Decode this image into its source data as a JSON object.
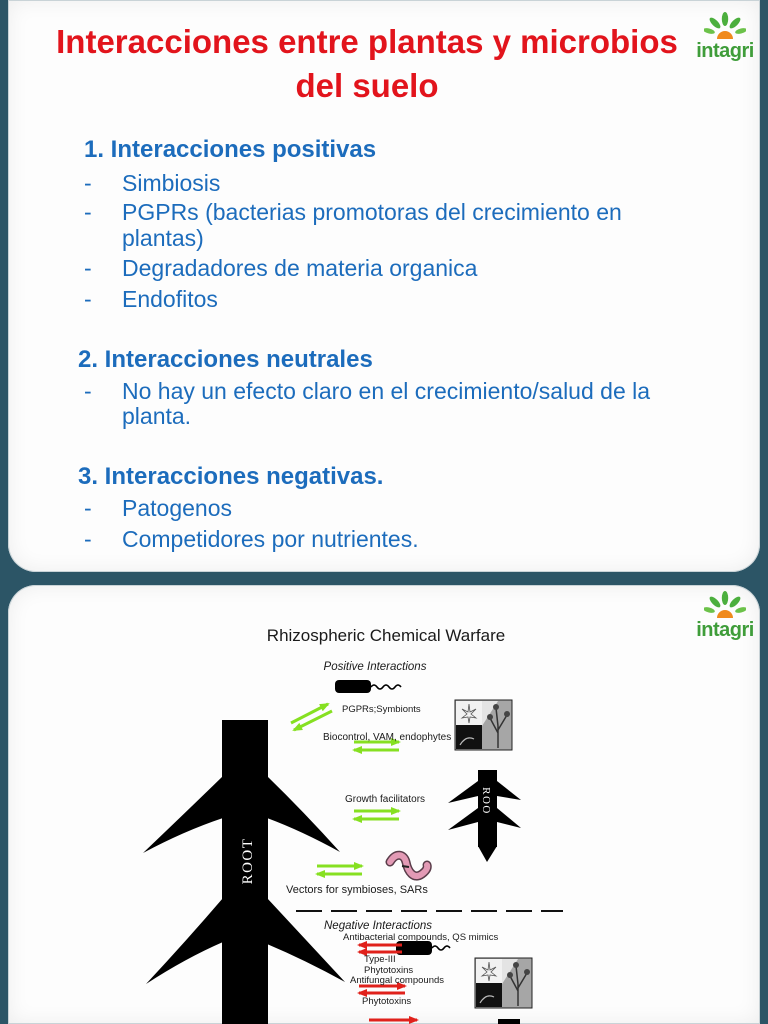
{
  "colors": {
    "title_red": "#e2141c",
    "body_blue": "#1c6cbc",
    "positive_arrow": "#86e021",
    "negative_arrow": "#e0211b",
    "logo_green": "#3f9d3a",
    "logo_orange": "#f08a1c",
    "background": "#2c5566"
  },
  "icons": {
    "logo": "intagri-leaf-sun-logo",
    "microbe": "bacterium-icon",
    "worm": "earthworm-icon",
    "photo": "plant-photo-thumbnail"
  },
  "slide1": {
    "logo_text": "intagri",
    "title": [
      "Interacciones entre plantas y microbios",
      "del suelo"
    ],
    "sections": [
      {
        "heading": "1. Interacciones positivas",
        "items": [
          {
            "bullet": "-",
            "lines": [
              "Simbiosis"
            ]
          },
          {
            "bullet": "-",
            "lines": [
              "PGPRs (bacterias promotoras del crecimiento en",
              "plantas)"
            ]
          },
          {
            "bullet": "-",
            "lines": [
              "Degradadores de materia organica"
            ]
          },
          {
            "bullet": "-",
            "lines": [
              "Endofitos"
            ]
          }
        ]
      },
      {
        "heading": "2. Interacciones neutrales",
        "items": [
          {
            "bullet": "-",
            "lines": [
              "No hay un efecto claro en el crecimiento/salud de la",
              "planta."
            ]
          }
        ]
      },
      {
        "heading": "3. Interacciones negativas.",
        "items": [
          {
            "bullet": "-",
            "lines": [
              "Patogenos"
            ]
          },
          {
            "bullet": "-",
            "lines": [
              "Competidores por nutrientes."
            ]
          }
        ]
      }
    ]
  },
  "slide2": {
    "logo_text": "intagri",
    "figure": {
      "title": "Rhizospheric Chemical Warfare",
      "positive_heading": "Positive Interactions",
      "positive_labels": [
        "PGPRs;Symbionts",
        "Biocontrol, VAM, endophytes",
        "Growth facilitators",
        "Vectors for symbioses, SARs"
      ],
      "negative_heading": "Negative Interactions",
      "negative_labels": [
        "Antibacterial compounds, QS mimics",
        "Type-III",
        "Phytotoxins",
        "Antifungal compounds",
        "Phytotoxins"
      ],
      "root_label": "ROOT",
      "small_root_label": "ROO"
    }
  }
}
